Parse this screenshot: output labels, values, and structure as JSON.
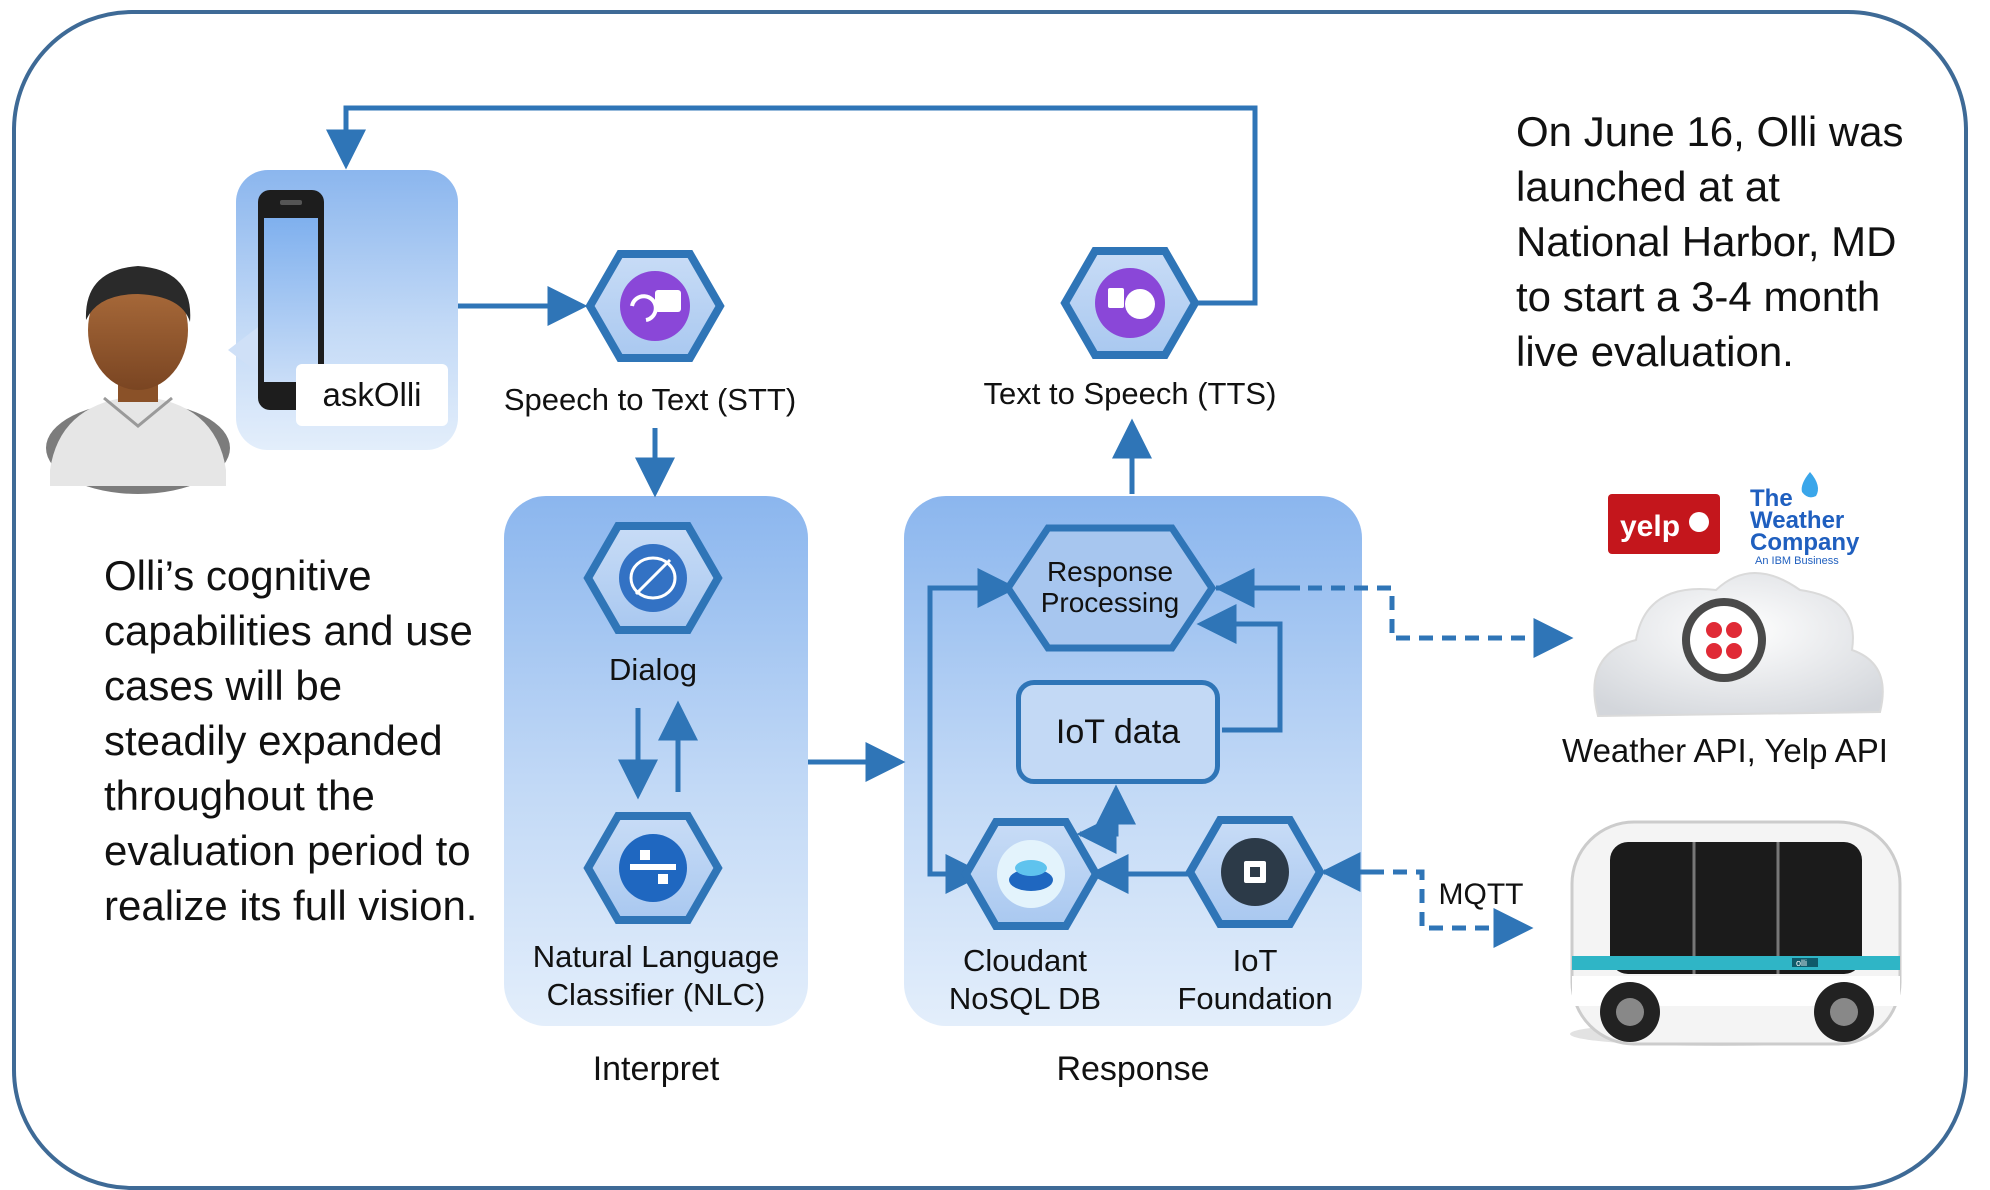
{
  "user_app": {
    "label": "askOlli"
  },
  "services": {
    "stt": "Speech  to Text  (STT)",
    "tts": "Text to Speech  (TTS)",
    "dialog": "Dialog",
    "nlc_line1": "Natural  Language",
    "nlc_line2": "Classifier  (NLC)",
    "response_line1": "Response",
    "response_line2": "Processing",
    "iot_data": "IoT data",
    "cloudant_line1": "Cloudant",
    "cloudant_line2": "NoSQL DB",
    "iot_line1": "IoT",
    "iot_line2": "Foundation"
  },
  "stages": {
    "interpret": "Interpret",
    "response": "Response"
  },
  "external": {
    "weather_yelp": "Weather API, Yelp API",
    "mqtt": "MQTT",
    "yelp_logo": "yelp",
    "weather_logo_line1": "The",
    "weather_logo_line2": "Weather",
    "weather_logo_line3": "Company",
    "weather_logo_line4": "An IBM Business",
    "vehicle_badge": "olli"
  },
  "notes": {
    "launch": "On June 16, Olli was launched at at National Harbor, MD to start a 3-4 month live evaluation.",
    "capabilities": "Olli’s cognitive capabilities and use cases will be steadily expanded throughout the evaluation period to realize its full vision."
  },
  "colors": {
    "frame": "#3e6a96",
    "arrow": "#2f75b7",
    "purple": "#8a47d8",
    "panel": "#a9c9f2"
  }
}
